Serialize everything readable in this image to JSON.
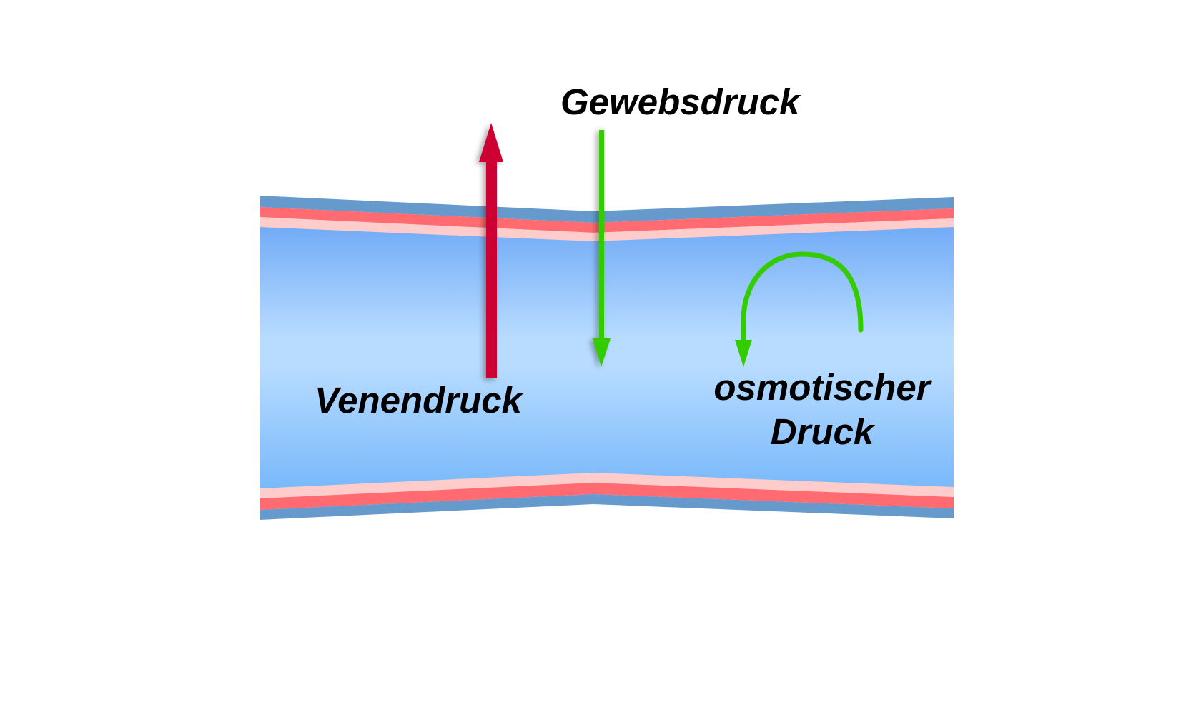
{
  "labels": {
    "tissue_pressure": "Gewebsdruck",
    "venous_pressure": "Venendruck",
    "osmotic_pressure_line1": "osmotischer",
    "osmotic_pressure_line2": "Druck"
  },
  "colors": {
    "vessel_outer_wall": "#6699cc",
    "vessel_middle_wall": "#ff6b70",
    "vessel_inner_wall": "#ffcccc",
    "lumen_edge": "#6aa6f5",
    "lumen_center": "#b8dcff",
    "venous_pressure_arrow": "#cc0033",
    "tissue_pressure_arrow": "#33cc00",
    "osmotic_pressure_arrow": "#33cc00"
  },
  "icons": {
    "venous_pressure_arrow": "arrow-up-icon",
    "tissue_pressure_arrow": "arrow-down-icon",
    "osmotic_pressure_arrow": "curved-arrow-icon"
  }
}
